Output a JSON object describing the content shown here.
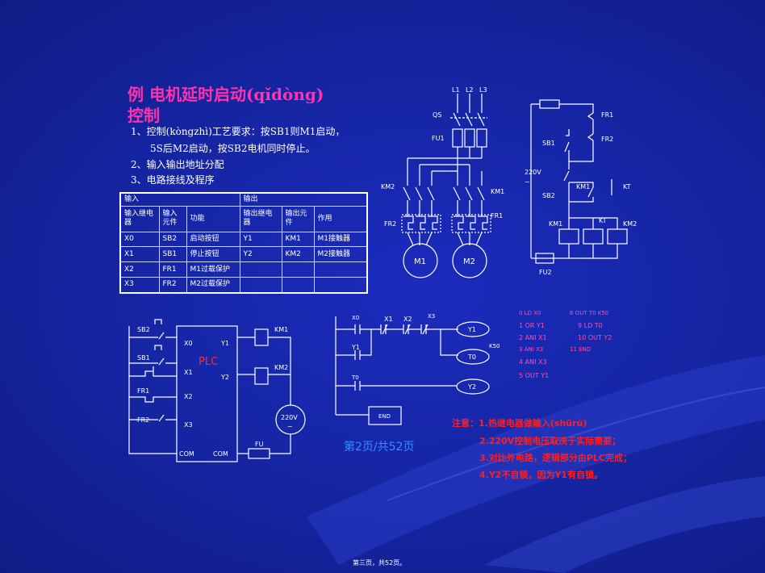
{
  "title": {
    "line1": "例  电机延时启动(qǐdòng)",
    "line2": "控制"
  },
  "requirements": [
    "1、控制(kòngzhì)工艺要求：按SB1则M1启动，",
    "5S后M2启动，按SB2电机同时停止。",
    "2、输入输出地址分配",
    "3、电路接线及程序"
  ],
  "io_table": {
    "input_header": "输入",
    "output_header": "输出",
    "columns": [
      "输入继电器",
      "输入元件",
      "功能",
      "输出继电器",
      "输出元件",
      "作用"
    ],
    "rows": [
      [
        "X0",
        "SB2",
        "启动按钮",
        "Y1",
        "KM1",
        "M1接触器"
      ],
      [
        "X1",
        "SB1",
        "停止按钮",
        "Y2",
        "KM2",
        "M2接触器"
      ],
      [
        "X2",
        "FR1",
        "M1过载保护",
        "",
        "",
        ""
      ],
      [
        "X3",
        "FR2",
        "M2过载保护",
        "",
        "",
        ""
      ]
    ]
  },
  "main_circuit": {
    "labels": [
      "L1",
      "L2",
      "L3",
      "QS",
      "FU1",
      "KM2",
      "KM1",
      "FR2",
      "FR1",
      "M1",
      "M2"
    ]
  },
  "control_circuit": {
    "labels": [
      "FR1",
      "FR2",
      "SB1",
      "220V",
      "~",
      "SB2",
      "KM1",
      "KT",
      "KM1",
      "KT",
      "KM2",
      "FU2"
    ]
  },
  "plc_wiring": {
    "plc_label": "PLC",
    "labels": [
      "SB2",
      "SB1",
      "FR1",
      "FR2",
      "X0",
      "X1",
      "X2",
      "X3",
      "COM",
      "Y1",
      "Y2",
      "COM",
      "KM1",
      "KM2",
      "220V",
      "~",
      "FU"
    ]
  },
  "ladder": {
    "labels": [
      "X0",
      "X1",
      "X2",
      "X3",
      "Y1",
      "T0",
      "K50",
      "Y1",
      "T0",
      "Y2",
      "END"
    ]
  },
  "program": {
    "col1": [
      "0  LD  X0",
      "1  OR  Y1",
      "2  ANI  X1",
      "3  ANI  X3",
      "4  ANI  X3",
      "5  OUT Y1"
    ],
    "col2": [
      "6  OUT T0  K50",
      "9  LD  T0",
      "10  OUT  Y2",
      "11  END"
    ]
  },
  "page_indicator": "第2页/共52页",
  "notes": {
    "label": "注意：",
    "items": [
      "1.热继电器做输入(shūrù)",
      "2.220V控制电压取决于实际需要；",
      "3.对比外电路，逻辑部分由PLC完成；",
      "4.Y2不自锁，因为Y1有自锁。"
    ]
  },
  "footer": "第三页，共52页。",
  "colors": {
    "background": "#1626a6",
    "title": "#ff33aa",
    "program": "#ff4fa8",
    "notes": "#ff1f1f",
    "page_indicator": "#3a8cff"
  }
}
